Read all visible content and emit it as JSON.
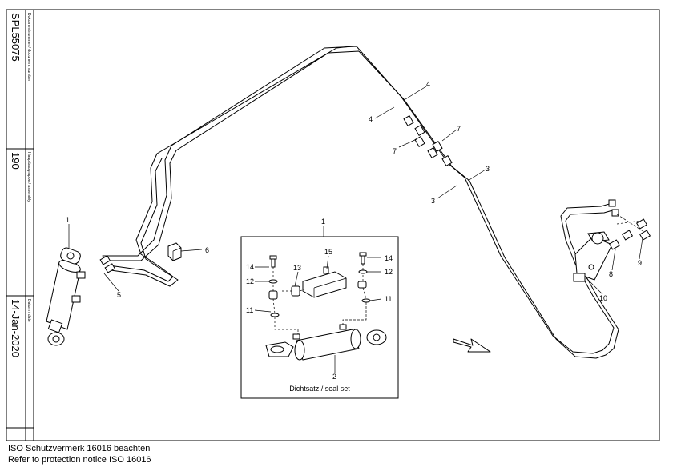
{
  "title_block": {
    "document_number_label": "Dokumentnummer / document number",
    "document_number": "SPL55075",
    "assembly_label": "Hauptbaugruppe / assembly",
    "assembly": "190",
    "date_label": "Datum / date",
    "date": "14-Jan-2020"
  },
  "callouts": [
    "1",
    "5",
    "6",
    "4",
    "4",
    "7",
    "7",
    "3",
    "3",
    "8",
    "9",
    "10"
  ],
  "detail": {
    "callout_top": "1",
    "items": [
      "14",
      "13",
      "15",
      "14",
      "12",
      "12",
      "11",
      "11",
      "2"
    ],
    "seal_set_label": "Dichtsatz / seal set"
  },
  "footer": {
    "line1": "ISO Schutzvermerk 16016 beachten",
    "line2": "Refer to protection notice ISO 16016"
  }
}
